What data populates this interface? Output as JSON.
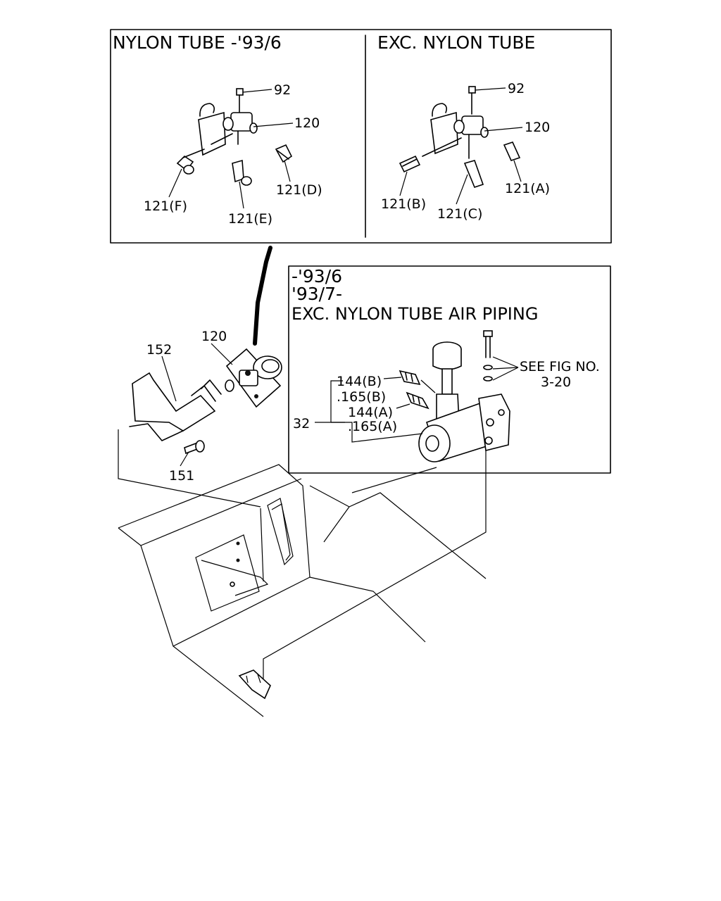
{
  "panel_left": {
    "title": "NYLON TUBE    -'93/6",
    "labels": {
      "c92": "92",
      "c120": "120",
      "c121f": "121(F)",
      "c121e": "121(E)",
      "c121d": "121(D)"
    }
  },
  "panel_right": {
    "title": "EXC. NYLON TUBE",
    "labels": {
      "c92": "92",
      "c120": "120",
      "c121b": "121(B)",
      "c121c": "121(C)",
      "c121a": "121(A)"
    }
  },
  "panel_detail": {
    "line1": "-'93/6",
    "line2": "'93/7-",
    "line3": "EXC. NYLON TUBE AIR PIPING",
    "labels": {
      "c144b": "144(B)",
      "c165b": ".165(B)",
      "c144a": "144(A)",
      "c165a": ".165(A)",
      "c32": "32",
      "see_fig": "SEE FIG NO.",
      "fig_num": "3-20"
    }
  },
  "main": {
    "labels": {
      "c152": "152",
      "c120": "120",
      "c151": "151"
    }
  }
}
